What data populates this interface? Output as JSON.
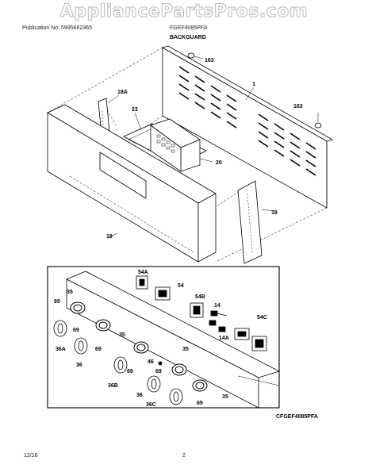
{
  "watermark": "AppliancePartsPros.com",
  "header": {
    "publication": "Publication No: 5995662365",
    "model": "FGEF4085PFA"
  },
  "section_title": "BACKGUARD",
  "footer": {
    "date": "12/16",
    "page_number": "2"
  },
  "drawing_code": "CFGEF4085PFA",
  "callouts": {
    "c163a": "163",
    "c1": "1",
    "c163b": "163",
    "c18a": "18A",
    "c23": "23",
    "c20": "20",
    "c18": "18",
    "c19": "19",
    "c54a": "54A",
    "c54": "54",
    "c54b": "54B",
    "c14": "14",
    "c54c": "54C",
    "c14a": "14A",
    "c35a": "35",
    "c69a": "69",
    "c69b": "69",
    "c36a": "36A",
    "c35b": "35",
    "c69c": "69",
    "c36": "36",
    "c46": "46",
    "c35c": "35",
    "c69d": "69",
    "c36b": "36B",
    "c69e": "69",
    "c36x": "36",
    "c36c": "36C",
    "c35d": "35",
    "c69f": "69"
  }
}
